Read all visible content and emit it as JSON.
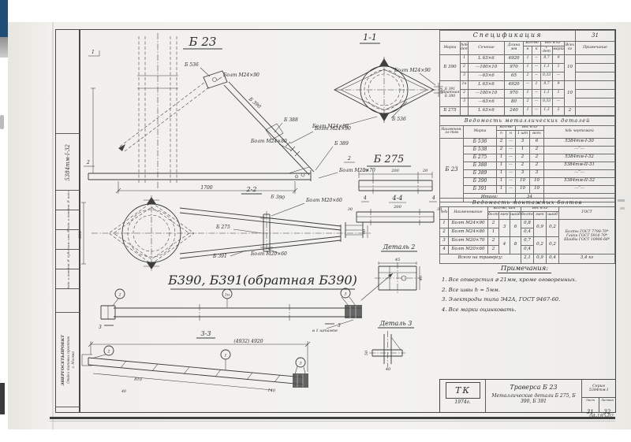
{
  "sheet": {
    "number": "31",
    "doc_no": "04-185-02"
  },
  "drawing": {
    "titles": {
      "main": "Б 23",
      "sec11": "1-1",
      "sec22": "2-2",
      "sec33": "3-3",
      "sec44": "4-4",
      "b275": "Б 275",
      "b390": "Б390, Б391(обратная Б390)",
      "detail2": "Деталь 2",
      "detail3": "Деталь 3"
    },
    "labels": {
      "b536": "Б 536",
      "b388": "Б 388",
      "b389": "Б 389",
      "b390": "Б 390",
      "b391": "Б 391",
      "b275": "Б 275",
      "bolt_m24x90": "Болт М24×90",
      "bolt_m24x80": "Болт М24×80",
      "bolt_m20x70": "Болт М20×70",
      "bolt_m20x60": "Болт М20×60",
      "stamp_note": "в 1 штампе"
    },
    "dims": {
      "d1700": "1700",
      "d20": "20",
      "d200": "200",
      "d30": "30",
      "d40": "40",
      "d45": "45",
      "d50": "50",
      "d80": "80",
      "d600": "600",
      "d810": "810",
      "d140": "140",
      "len": "(4932) 4920"
    },
    "flags": {
      "f1": "1",
      "f2": "2",
      "f3": "3",
      "f4": "4"
    },
    "balloons": {
      "b1": "1",
      "b1n": "1н",
      "b2": "2",
      "b3": "3"
    }
  },
  "spec_table": {
    "title": "Спецификация",
    "headers": {
      "marka": "Марка",
      "ndet": "№№\nдет",
      "sect": "Сечение",
      "len": "Длина\nмм",
      "qty": "Кол-во",
      "n": "н",
      "k": "к",
      "weight": "Вес в кг",
      "w1": "1 дет",
      "wm": "марки",
      "total": "Всех\nкг",
      "note": "Примечание"
    },
    "groups": [
      {
        "marka": "Б 390",
        "total": "10",
        "rows": [
          [
            "1",
            "L 63×6",
            "4920",
            "1",
            "—",
            "8,7",
            "9"
          ],
          [
            "2",
            "—100×10",
            "970",
            "1",
            "—",
            "1,1",
            "1"
          ],
          [
            "3",
            "—63×6",
            "65",
            "2",
            "—",
            "0,33",
            "—"
          ]
        ]
      },
      {
        "marka": "Б 391\nобратная\nБ 390",
        "total": "10",
        "rows": [
          [
            "1н",
            "L 63×6",
            "4920",
            "—",
            "1",
            "8,7",
            "9"
          ],
          [
            "2",
            "—100×10",
            "970",
            "1",
            "—",
            "1,1",
            "1"
          ],
          [
            "3",
            "—63×6",
            "80",
            "2",
            "—",
            "0,33",
            "—"
          ]
        ]
      },
      {
        "marka": "Б 275",
        "total": "2",
        "rows": [
          [
            "",
            "L 63×6",
            "240",
            "1",
            "—",
            "1,3",
            "2"
          ]
        ]
      }
    ]
  },
  "details_table": {
    "title": "Ведомость металлических деталей",
    "headers": {
      "elem": "Наименов.\nэл-тов",
      "marka": "Марка",
      "qty": "Кол-во",
      "p": "п",
      "n": "н",
      "weight": "Вес в кг",
      "w1": "1 шт",
      "wall": "всех",
      "sheets": "№№ чертежей"
    },
    "element": "Б 23",
    "rows": [
      [
        "Б 536",
        "2",
        "—",
        "3",
        "6",
        "5384тм-I-30"
      ],
      [
        "Б 538",
        "2",
        "—",
        "1",
        "2",
        "—″—"
      ],
      [
        "Б 275",
        "1",
        "—",
        "2",
        "2",
        "5384тм-I-32"
      ],
      [
        "Б 388",
        "1",
        "—",
        "2",
        "2",
        "5384тм-II-31"
      ],
      [
        "Б 389",
        "1",
        "—",
        "3",
        "3",
        "—″—"
      ],
      [
        "Б 390",
        "1",
        "—",
        "10",
        "10",
        "5384тм-II-32"
      ],
      [
        "Б 391",
        "1",
        "—",
        "10",
        "10",
        "—″—"
      ]
    ],
    "total_label": "Итого:",
    "total": "34"
  },
  "bolts_table": {
    "title": "Ведомость монтажных болтов",
    "headers": {
      "num": "№№",
      "name": "Наименование",
      "qty": "Кол-во, шт",
      "weight": "Вес в кг",
      "bolts": "болтов",
      "nuts": "гаек",
      "washers": "шайб",
      "gost": "ГОСТ"
    },
    "rows": [
      [
        "1",
        "Болт М24×90",
        "2",
        "3",
        "6",
        "0,8",
        "0,9",
        "0,2"
      ],
      [
        "2",
        "Болт М24×80",
        "1",
        "0,4"
      ],
      [
        "3",
        "Болт М20×70",
        "2",
        "4",
        "8",
        "0,7",
        "0,2",
        "0,2"
      ],
      [
        "4",
        "Болт М20×60",
        "2",
        "0,4"
      ]
    ],
    "gost_note": "Болты ГОСТ 7798-70*\nГайки ГОСТ 5916-70*\nШайбы ГОСТ 10906-66*",
    "footer": {
      "label": "Всего на траверсу:",
      "bolts": "2,1",
      "nuts": "0,9",
      "washers": "0,4",
      "total": "3,4 кг"
    }
  },
  "notes": {
    "title": "Примечания:",
    "items": [
      "1. Все отверстия ⌀ 21мм, кроме оговоренных.",
      "2. Все швы h = 5мм.",
      "3. Электроды типа Э42А, ГОСТ 9467-60.",
      "4. Все марки оцинковать."
    ]
  },
  "title_block": {
    "logo": "ТК",
    "year": "1974г.",
    "title_line1": "Траверса Б 23",
    "title_line2": "Металлические детали Б 275, Б 390, Б 391",
    "series": "Серия\n5384тм-I",
    "sheet_label": "Лист",
    "sheets_label": "Листов",
    "sheet": "31",
    "sheets": "32"
  },
  "left_stamp": {
    "series": "5384тм-I-32",
    "rows": [
      "Инв.№ подл.",
      "Подп. и дата",
      "Взам. инв.№",
      "Инв.№ дубл.",
      "Подп. и дата"
    ],
    "org_line1": "ЭНЕРГОСЕТЬПРОЕКТ",
    "org_line2": "Отдел типовых проектов",
    "org_line3": "г. Москва"
  }
}
